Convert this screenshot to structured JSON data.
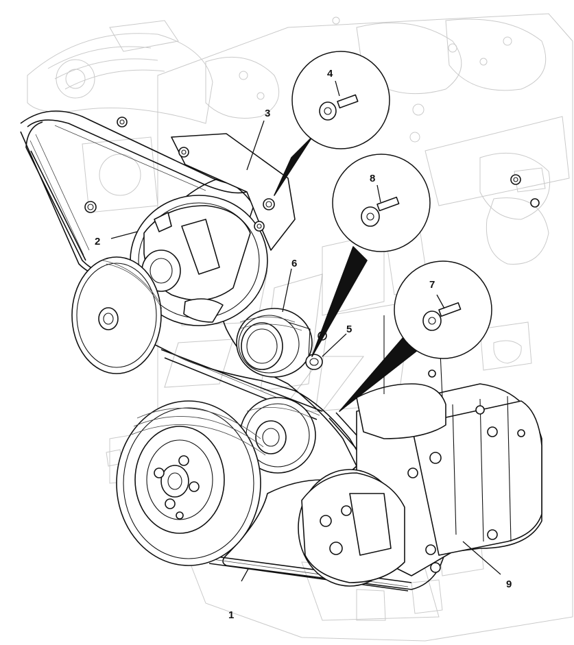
{
  "diagram": {
    "callouts": [
      {
        "id": "1",
        "label": "1"
      },
      {
        "id": "2",
        "label": "2"
      },
      {
        "id": "3",
        "label": "3"
      },
      {
        "id": "4",
        "label": "4"
      },
      {
        "id": "5",
        "label": "5"
      },
      {
        "id": "6",
        "label": "6"
      },
      {
        "id": "7",
        "label": "7"
      },
      {
        "id": "8",
        "label": "8"
      },
      {
        "id": "9",
        "label": "9"
      }
    ],
    "detail_bubbles": [
      {
        "label": "4",
        "contents": "bolt"
      },
      {
        "label": "8",
        "contents": "bolt"
      },
      {
        "label": "7",
        "contents": "bolt"
      }
    ]
  }
}
